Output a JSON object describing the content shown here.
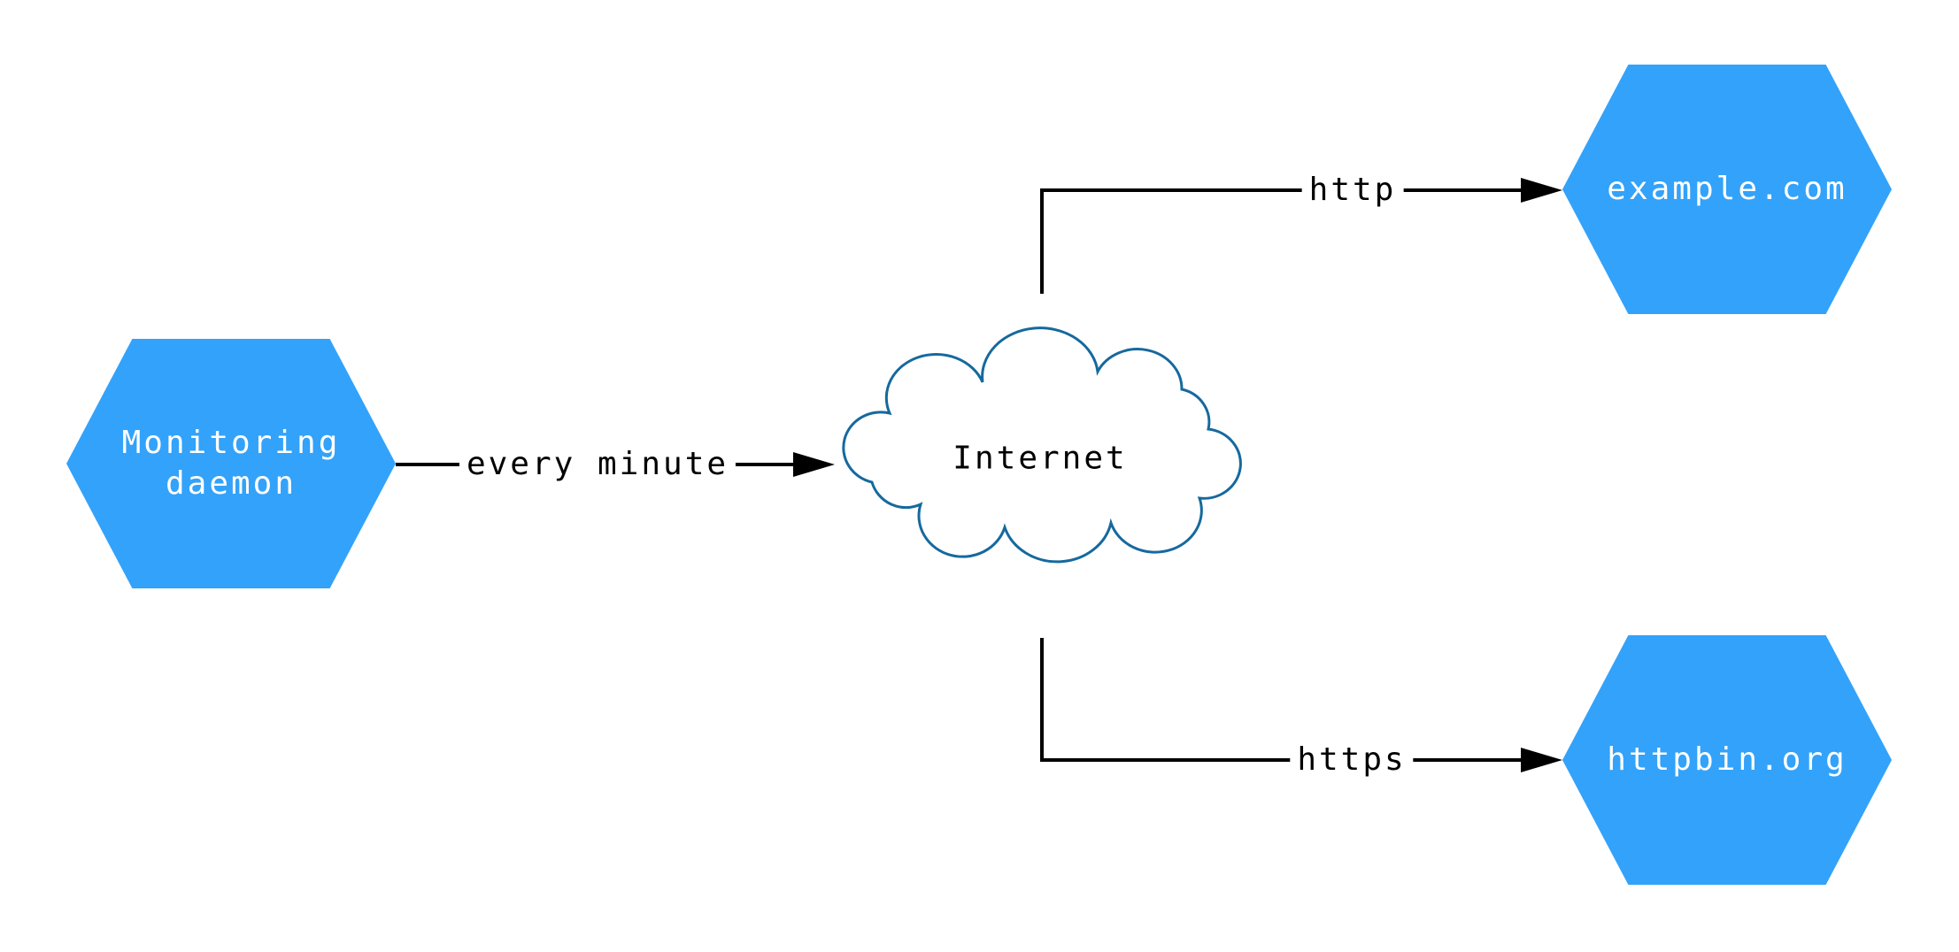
{
  "diagram": {
    "type": "network-monitoring-diagram",
    "colors": {
      "background": "#ffffff",
      "node-fill": "#33a2fa",
      "node-text": "#ffffff",
      "cloud-fill": "#ffffff",
      "cloud-stroke": "#15699e",
      "edge": "#000000",
      "edge-label-text": "#000000"
    },
    "nodes": {
      "monitoring_daemon": {
        "label": "Monitoring\ndaemon",
        "shape": "hexagon"
      },
      "internet": {
        "label": "Internet",
        "shape": "cloud"
      },
      "example_com": {
        "label": "example.com",
        "shape": "hexagon"
      },
      "httpbin_org": {
        "label": "httpbin.org",
        "shape": "hexagon"
      }
    },
    "edges": {
      "every_minute": {
        "from": "monitoring_daemon",
        "to": "internet",
        "label": "every minute"
      },
      "http": {
        "from": "internet",
        "to": "example_com",
        "label": "http"
      },
      "https": {
        "from": "internet",
        "to": "httpbin_org",
        "label": "https"
      }
    }
  }
}
